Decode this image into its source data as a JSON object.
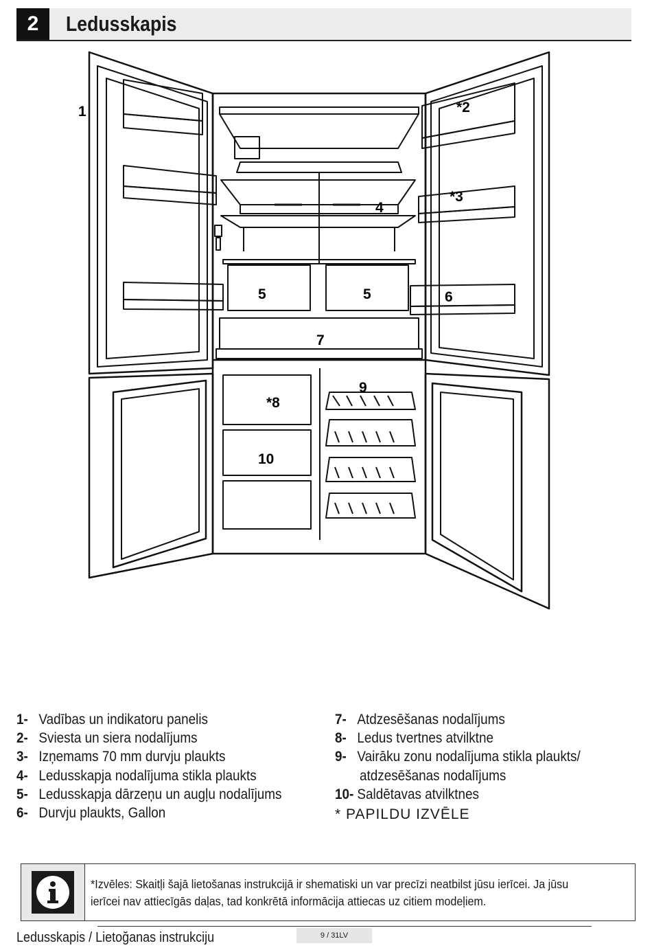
{
  "header": {
    "number": "2",
    "title": "Ledusskapis"
  },
  "callouts": [
    "1",
    "*2",
    "*3",
    "4",
    "5",
    "5",
    "6",
    "7",
    "*8",
    "9",
    "10"
  ],
  "legend_left": [
    {
      "num": "1-",
      "text": "Vadības un indikatoru panelis"
    },
    {
      "num": "2-",
      "text": "Sviesta un siera nodalījums"
    },
    {
      "num": "3-",
      "text": "Izņemams 70 mm durvju plaukts"
    },
    {
      "num": "4-",
      "text": "Ledusskapja nodalījuma stikla plaukts"
    },
    {
      "num": "5-",
      "text": "Ledusskapja dārzeņu un augļu nodalījums"
    },
    {
      "num": "6-",
      "text": "Durvju plaukts, Gallon"
    }
  ],
  "legend_right": [
    {
      "num": "7-",
      "text": "Atdzesēšanas nodalījums"
    },
    {
      "num": "8-",
      "text": "Ledus tvertnes atvilktne"
    },
    {
      "num": "9-",
      "text": "Vairāku zonu nodalījuma stikla plaukts/"
    },
    {
      "num": "",
      "text": "atdzesēšanas nodalījums"
    },
    {
      "num": "10-",
      "text": "Saldētavas atvilktnes"
    }
  ],
  "optional_note": "* PAPILDU IZVĒLE",
  "info": {
    "icon": "info-icon",
    "text": "*Izvēles: Skaitļi šajā lietošanas instrukcijā ir shematiski un var precīzi neatbilst jūsu ierīcei. Ja jūsu ierīcei nav attiecīgās daļas, tad konkrētā informācija attiecas uz citiem modeļiem."
  },
  "footer": {
    "left": "Ledusskapis /  Lietoğanas instrukciju",
    "page": "9 / 31LV"
  }
}
